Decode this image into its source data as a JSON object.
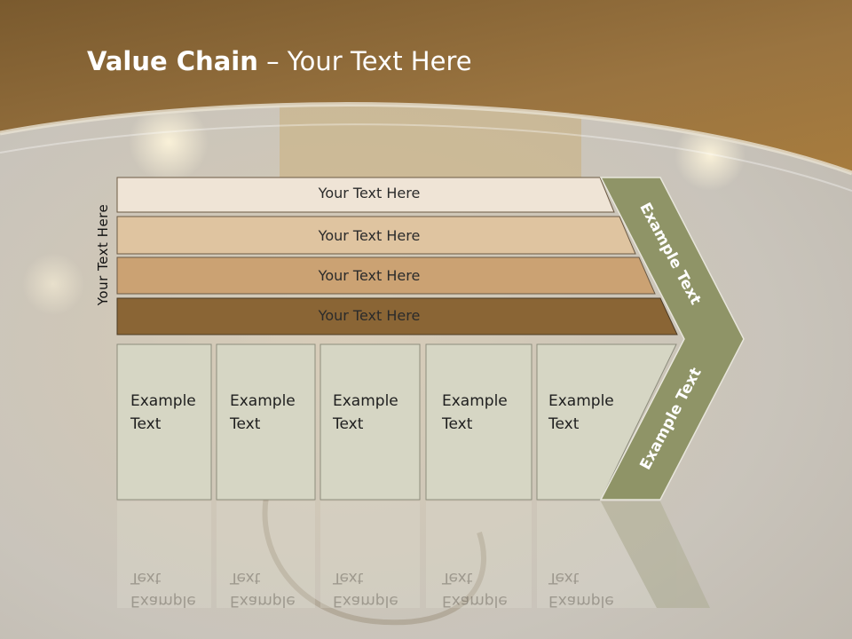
{
  "title": {
    "bold": "Value Chain",
    "rest": " – Your Text Here"
  },
  "side_label": "Your Text Here",
  "bands": [
    {
      "label": "Your Text Here",
      "color": "#efe4d6"
    },
    {
      "label": "Your Text Here",
      "color": "#dfc4a0"
    },
    {
      "label": "Your Text Here",
      "color": "#cba273"
    },
    {
      "label": "Your Text Here",
      "color": "#8a6535"
    }
  ],
  "boxes": [
    {
      "label": "Example\nText"
    },
    {
      "label": "Example\nText"
    },
    {
      "label": "Example\nText"
    },
    {
      "label": "Example\nText"
    },
    {
      "label": "Example\nText"
    }
  ],
  "chevron": {
    "top_label": "Example Text",
    "bottom_label": "Example Text",
    "color": "#8f9467"
  },
  "colors": {
    "header": "#8e6a3a",
    "box_fill": "#d6d6c4"
  }
}
